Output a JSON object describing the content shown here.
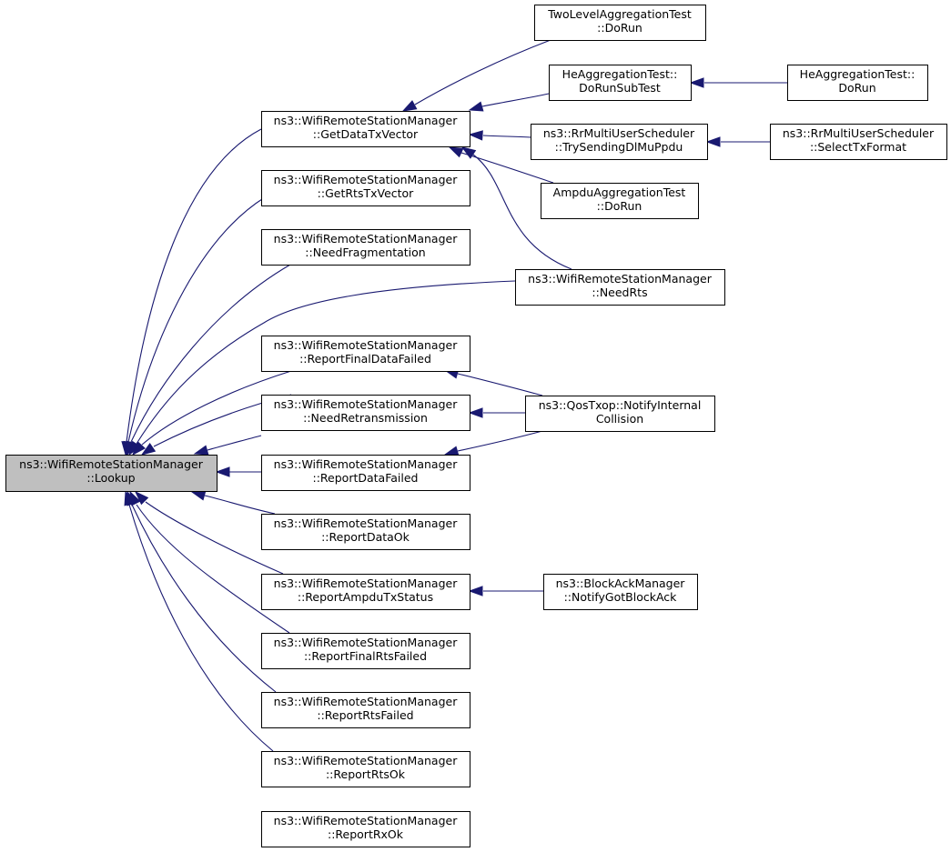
{
  "graph": {
    "colors": {
      "edge": "#191970",
      "root_fill": "#bfbfbf",
      "node_fill": "#ffffff",
      "border": "#000000"
    },
    "nodes": [
      {
        "id": "lookup",
        "lines": [
          "ns3::WifiRemoteStationManager",
          "::Lookup"
        ],
        "root": true
      },
      {
        "id": "getDataTxVector",
        "lines": [
          "ns3::WifiRemoteStationManager",
          "::GetDataTxVector"
        ]
      },
      {
        "id": "getRtsTxVector",
        "lines": [
          "ns3::WifiRemoteStationManager",
          "::GetRtsTxVector"
        ]
      },
      {
        "id": "needFragmentation",
        "lines": [
          "ns3::WifiRemoteStationManager",
          "::NeedFragmentation"
        ]
      },
      {
        "id": "reportFinalDataFailed",
        "lines": [
          "ns3::WifiRemoteStationManager",
          "::ReportFinalDataFailed"
        ]
      },
      {
        "id": "needRetransmission",
        "lines": [
          "ns3::WifiRemoteStationManager",
          "::NeedRetransmission"
        ]
      },
      {
        "id": "reportDataFailed",
        "lines": [
          "ns3::WifiRemoteStationManager",
          "::ReportDataFailed"
        ]
      },
      {
        "id": "reportDataOk",
        "lines": [
          "ns3::WifiRemoteStationManager",
          "::ReportDataOk"
        ]
      },
      {
        "id": "reportAmpduTxStatus",
        "lines": [
          "ns3::WifiRemoteStationManager",
          "::ReportAmpduTxStatus"
        ]
      },
      {
        "id": "reportFinalRtsFailed",
        "lines": [
          "ns3::WifiRemoteStationManager",
          "::ReportFinalRtsFailed"
        ]
      },
      {
        "id": "reportRtsFailed",
        "lines": [
          "ns3::WifiRemoteStationManager",
          "::ReportRtsFailed"
        ]
      },
      {
        "id": "reportRtsOk",
        "lines": [
          "ns3::WifiRemoteStationManager",
          "::ReportRtsOk"
        ]
      },
      {
        "id": "reportRxOk",
        "lines": [
          "ns3::WifiRemoteStationManager",
          "::ReportRxOk"
        ]
      },
      {
        "id": "twoLevelDoRun",
        "lines": [
          "TwoLevelAggregationTest",
          "::DoRun"
        ]
      },
      {
        "id": "heDoRunSubTest",
        "lines": [
          "HeAggregationTest::",
          "DoRunSubTest"
        ]
      },
      {
        "id": "heDoRun",
        "lines": [
          "HeAggregationTest::",
          "DoRun"
        ]
      },
      {
        "id": "rrTrySending",
        "lines": [
          "ns3::RrMultiUserScheduler",
          "::TrySendingDlMuPpdu"
        ]
      },
      {
        "id": "rrSelectTxFormat",
        "lines": [
          "ns3::RrMultiUserScheduler",
          "::SelectTxFormat"
        ]
      },
      {
        "id": "ampduDoRun",
        "lines": [
          "AmpduAggregationTest",
          "::DoRun"
        ]
      },
      {
        "id": "needRts",
        "lines": [
          "ns3::WifiRemoteStationManager",
          "::NeedRts"
        ]
      },
      {
        "id": "qosNotify",
        "lines": [
          "ns3::QosTxop::NotifyInternal",
          "Collision"
        ]
      },
      {
        "id": "blockAckNotify",
        "lines": [
          "ns3::BlockAckManager",
          "::NotifyGotBlockAck"
        ]
      }
    ],
    "edges": [
      {
        "from": "getDataTxVector",
        "to": "lookup"
      },
      {
        "from": "getRtsTxVector",
        "to": "lookup"
      },
      {
        "from": "needFragmentation",
        "to": "lookup"
      },
      {
        "from": "needRts",
        "to": "lookup"
      },
      {
        "from": "reportFinalDataFailed",
        "to": "lookup"
      },
      {
        "from": "needRetransmission",
        "to": "lookup"
      },
      {
        "from": "reportDataFailed",
        "to": "lookup"
      },
      {
        "from": "reportDataOk",
        "to": "lookup"
      },
      {
        "from": "reportAmpduTxStatus",
        "to": "lookup"
      },
      {
        "from": "reportFinalRtsFailed",
        "to": "lookup"
      },
      {
        "from": "reportRtsFailed",
        "to": "lookup"
      },
      {
        "from": "reportRtsOk",
        "to": "lookup"
      },
      {
        "from": "reportRxOk",
        "to": "lookup"
      },
      {
        "from": "twoLevelDoRun",
        "to": "getDataTxVector"
      },
      {
        "from": "heDoRunSubTest",
        "to": "getDataTxVector"
      },
      {
        "from": "rrTrySending",
        "to": "getDataTxVector"
      },
      {
        "from": "ampduDoRun",
        "to": "getDataTxVector"
      },
      {
        "from": "needRts",
        "to": "getDataTxVector"
      },
      {
        "from": "heDoRun",
        "to": "heDoRunSubTest"
      },
      {
        "from": "rrSelectTxFormat",
        "to": "rrTrySending"
      },
      {
        "from": "qosNotify",
        "to": "reportFinalDataFailed"
      },
      {
        "from": "qosNotify",
        "to": "needRetransmission"
      },
      {
        "from": "qosNotify",
        "to": "reportDataFailed"
      },
      {
        "from": "blockAckNotify",
        "to": "reportAmpduTxStatus"
      }
    ]
  }
}
